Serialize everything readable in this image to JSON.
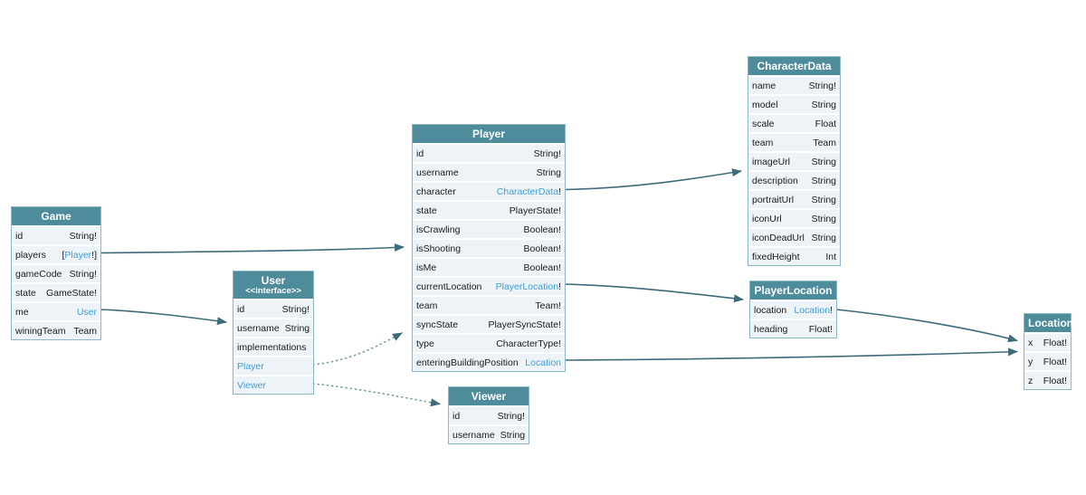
{
  "colors": {
    "header_bg": "#4e8c9c",
    "row_bg": "#edf3f6",
    "border": "#8fb6c4",
    "link_text": "#3f9fd8",
    "arrow": "#3e6b7a",
    "arrow_dotted": "#7ba0ac",
    "background": "#ffffff"
  },
  "tables": [
    {
      "key": "game",
      "title": "Game",
      "subtitle": "",
      "rows": [
        {
          "name": "id",
          "type": "String!"
        },
        {
          "name": "players",
          "pre": "[",
          "type": "Player",
          "post": "!]",
          "type_link": true
        },
        {
          "name": "gameCode",
          "type": "String!"
        },
        {
          "name": "state",
          "type": "GameState!"
        },
        {
          "name": "me",
          "type": "User",
          "type_link": true
        },
        {
          "name": "winingTeam",
          "type": "Team"
        }
      ]
    },
    {
      "key": "user",
      "title": "User",
      "subtitle": "<<interface>>",
      "rows": [
        {
          "name": "id",
          "type": "String!"
        },
        {
          "name": "username",
          "type": "String"
        },
        {
          "name": "implementations",
          "type": ""
        },
        {
          "name": "Player",
          "type": "",
          "name_link": true
        },
        {
          "name": "Viewer",
          "type": "",
          "name_link": true
        }
      ]
    },
    {
      "key": "player",
      "title": "Player",
      "subtitle": "",
      "rows": [
        {
          "name": "id",
          "type": "String!"
        },
        {
          "name": "username",
          "type": "String"
        },
        {
          "name": "character",
          "type": "CharacterData",
          "post": "!",
          "type_link": true
        },
        {
          "name": "state",
          "type": "PlayerState!"
        },
        {
          "name": "isCrawling",
          "type": "Boolean!"
        },
        {
          "name": "isShooting",
          "type": "Boolean!"
        },
        {
          "name": "isMe",
          "type": "Boolean!"
        },
        {
          "name": "currentLocation",
          "type": "PlayerLocation",
          "post": "!",
          "type_link": true
        },
        {
          "name": "team",
          "type": "Team!"
        },
        {
          "name": "syncState",
          "type": "PlayerSyncState!"
        },
        {
          "name": "type",
          "type": "CharacterType!"
        },
        {
          "name": "enteringBuildingPosition",
          "type": "Location",
          "type_link": true
        }
      ]
    },
    {
      "key": "characterdata",
      "title": "CharacterData",
      "subtitle": "",
      "rows": [
        {
          "name": "name",
          "type": "String!"
        },
        {
          "name": "model",
          "type": "String"
        },
        {
          "name": "scale",
          "type": "Float"
        },
        {
          "name": "team",
          "type": "Team"
        },
        {
          "name": "imageUrl",
          "type": "String"
        },
        {
          "name": "description",
          "type": "String"
        },
        {
          "name": "portraitUrl",
          "type": "String"
        },
        {
          "name": "iconUrl",
          "type": "String"
        },
        {
          "name": "iconDeadUrl",
          "type": "String"
        },
        {
          "name": "fixedHeight",
          "type": "Int"
        }
      ]
    },
    {
      "key": "playerlocation",
      "title": "PlayerLocation",
      "subtitle": "",
      "rows": [
        {
          "name": "location",
          "type": "Location",
          "post": "!",
          "type_link": true
        },
        {
          "name": "heading",
          "type": "Float!"
        }
      ]
    },
    {
      "key": "location",
      "title": "Location",
      "subtitle": "",
      "rows": [
        {
          "name": "x",
          "type": "Float!"
        },
        {
          "name": "y",
          "type": "Float!"
        },
        {
          "name": "z",
          "type": "Float!"
        }
      ]
    },
    {
      "key": "viewer",
      "title": "Viewer",
      "subtitle": "",
      "rows": [
        {
          "name": "id",
          "type": "String!"
        },
        {
          "name": "username",
          "type": "String"
        }
      ]
    }
  ],
  "edges": [
    {
      "from": "Game.players",
      "to": "Player",
      "style": "solid"
    },
    {
      "from": "Game.me",
      "to": "User",
      "style": "solid"
    },
    {
      "from": "Player.character",
      "to": "CharacterData",
      "style": "solid"
    },
    {
      "from": "Player.currentLocation",
      "to": "PlayerLocation",
      "style": "solid"
    },
    {
      "from": "Player.enteringBuildingPosition",
      "to": "Location",
      "style": "solid"
    },
    {
      "from": "PlayerLocation.location",
      "to": "Location",
      "style": "solid"
    },
    {
      "from": "User.Player",
      "to": "Player",
      "style": "dotted"
    },
    {
      "from": "User.Viewer",
      "to": "Viewer",
      "style": "dotted"
    }
  ]
}
